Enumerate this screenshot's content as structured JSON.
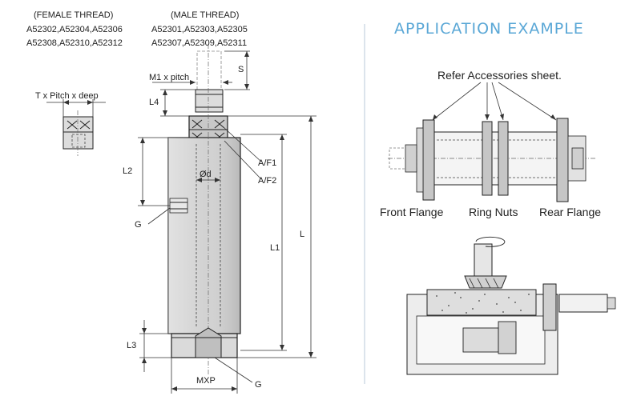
{
  "left_drawing": {
    "female_thread": {
      "heading": "(FEMALE THREAD)",
      "models_line1": "A52302,A52304,A52306",
      "models_line2": "A52308,A52310,A52312"
    },
    "male_thread": {
      "heading": "(MALE THREAD)",
      "models_line1": "A52301,A52303,A52305",
      "models_line2": "A52307,A52309,A52311"
    },
    "dimensions": {
      "s": "S",
      "m1": "M1 x pitch",
      "l4": "L4",
      "thread_depth": "T x  Pitch x  deep",
      "l2": "L2",
      "od": "Ød",
      "af1": "A/F1",
      "af2": "A/F2",
      "g_side": "G",
      "l1": "L1",
      "l": "L",
      "l3": "L3",
      "mxp": "MXP",
      "g_bottom": "G"
    }
  },
  "application": {
    "title": "APPLICATION EXAMPLE",
    "refer_note": "Refer Accessories sheet.",
    "front_flange": "Front Flange",
    "ring_nuts": "Ring Nuts",
    "rear_flange": "Rear Flange"
  },
  "colors": {
    "title": "#5aa7d6",
    "cylinder_body": "#d2d2d2",
    "separator": "#b8c8d8"
  }
}
